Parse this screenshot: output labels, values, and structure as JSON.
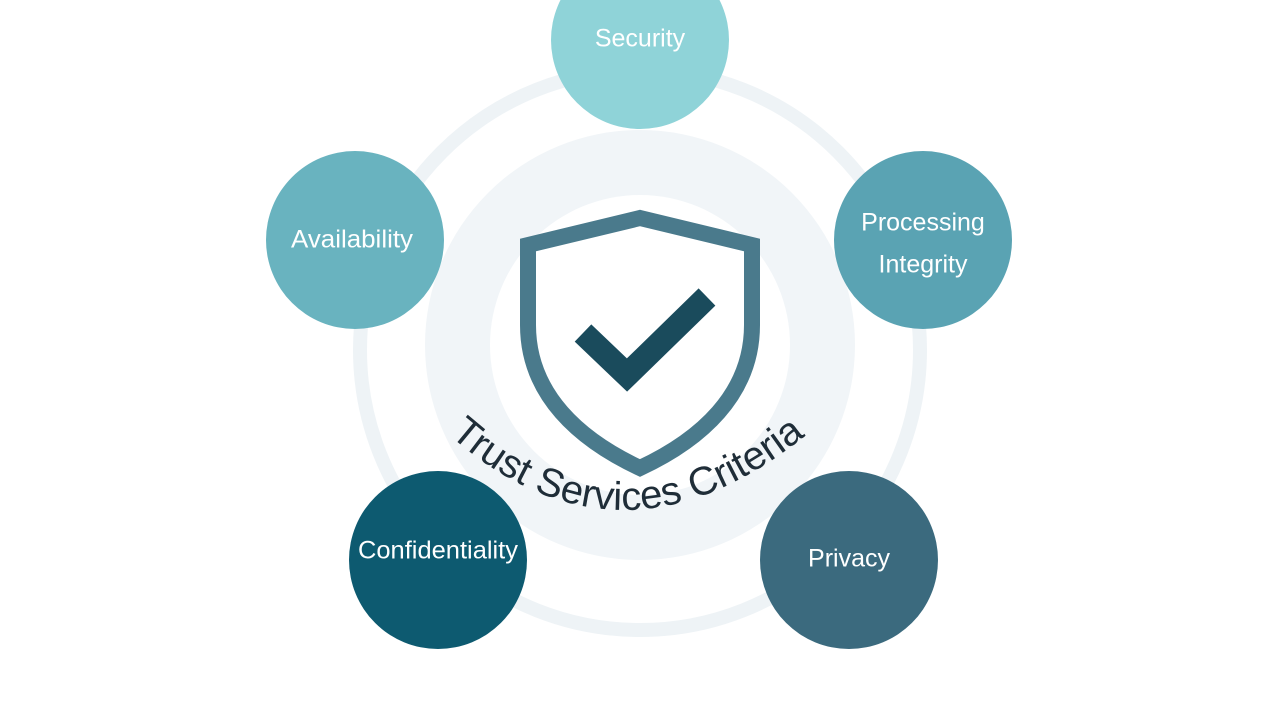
{
  "diagram": {
    "center_title": "Trust Services Criteria",
    "center_icon": "shield-check-icon",
    "nodes": [
      {
        "id": "security",
        "label": "Security",
        "color": "#8fd3d8"
      },
      {
        "id": "processing-integrity",
        "label_line1": "Processing",
        "label_line2": "Integrity",
        "color": "#5aa3b3"
      },
      {
        "id": "privacy",
        "label": "Privacy",
        "color": "#3b6a7e"
      },
      {
        "id": "confidentiality",
        "label": "Confidentiality",
        "color": "#0d5a70"
      },
      {
        "id": "availability",
        "label": "Availability",
        "color": "#69b3bf"
      }
    ],
    "colors": {
      "outer_ring": "#eef3f6",
      "inner_disc": "#f1f5f8",
      "shield_stroke": "#4a7a8c",
      "check": "#1a4b5c",
      "title_text": "#1f2d38"
    }
  }
}
